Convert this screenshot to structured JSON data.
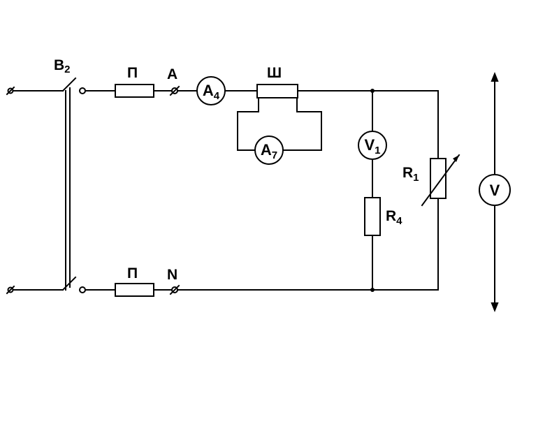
{
  "labels": {
    "switch": {
      "main": "B",
      "sub": "2"
    },
    "fuse_top": "П",
    "fuse_bottom": "П",
    "terminal_a": "A",
    "terminal_n": "N",
    "shunt": "Ш",
    "ammeter_main": {
      "main": "A",
      "sub": "4"
    },
    "ammeter_shunt": {
      "main": "A",
      "sub": "7"
    },
    "voltmeter_branch": {
      "main": "V",
      "sub": "1"
    },
    "resistor_fixed": {
      "main": "R",
      "sub": "4"
    },
    "rheostat": {
      "main": "R",
      "sub": "1"
    },
    "voltmeter_main": "V"
  }
}
